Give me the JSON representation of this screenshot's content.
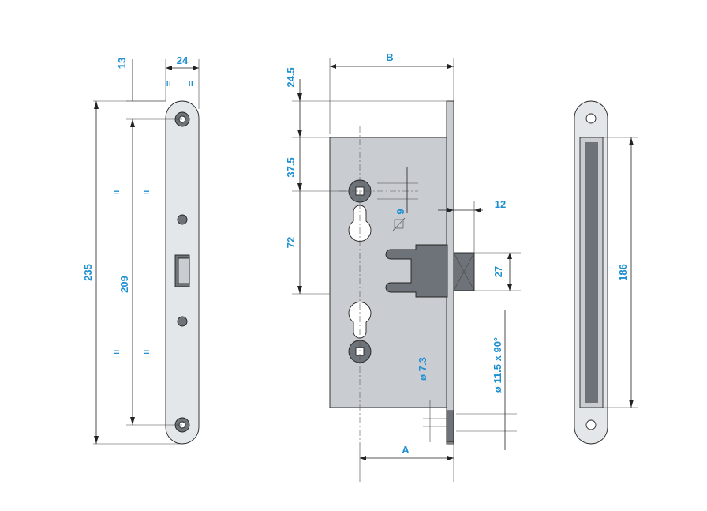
{
  "faceplate_dimensions": {
    "height_total": "235",
    "hole_spacing": "209",
    "top_offset": "13",
    "width": "24",
    "equal_marks": [
      "=",
      "=",
      "=",
      "=",
      "=",
      "="
    ]
  },
  "lock_body_dimensions": {
    "backset_b": "B",
    "backset_a": "A",
    "top_offset": "24.5",
    "spindle_offset": "37.5",
    "centre_distance": "72",
    "square_spindle": "9",
    "latch_projection": "12",
    "latch_height": "27",
    "hole_diameter": "ø 7.3",
    "countersink": "ø 11.5 x 90°"
  },
  "strike_plate_dimensions": {
    "length": "186"
  }
}
